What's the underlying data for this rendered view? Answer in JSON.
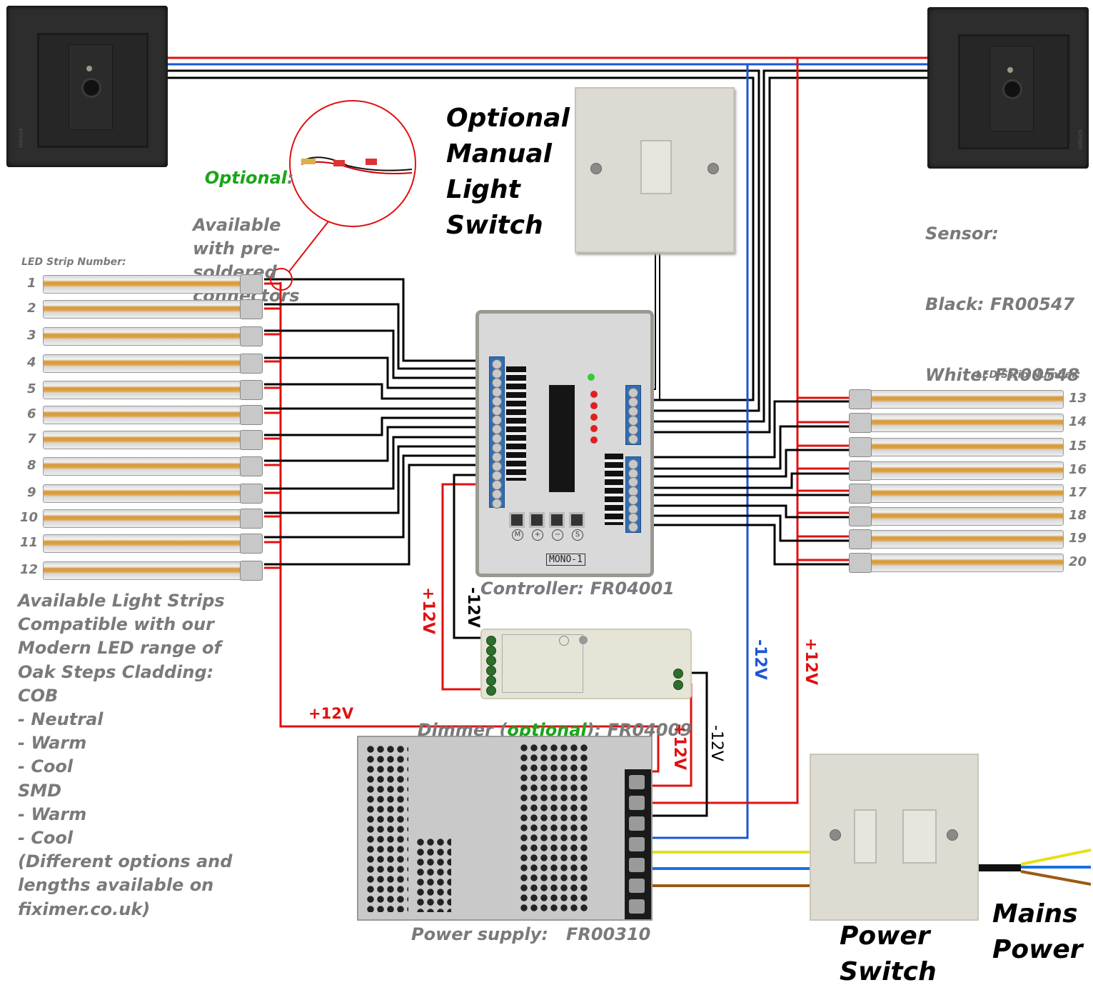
{
  "diagram": {
    "title_manual_switch": "Optional\nManual\nLight\nSwitch",
    "optional_connectors": {
      "highlight": "Optional",
      "colon": ":",
      "text": "Available\nwith pre-\nsoldered\nconnectors"
    },
    "sensor": {
      "heading": "Sensor:",
      "black": "Black: FR00547",
      "white": "White: FR00548",
      "brand": "simon"
    },
    "led_strips_left": {
      "heading": "LED Strip Number:",
      "numbers": [
        "1",
        "2",
        "3",
        "4",
        "5",
        "6",
        "7",
        "8",
        "9",
        "10",
        "11",
        "12"
      ]
    },
    "led_strips_right": {
      "heading": "LED Strip Number:",
      "numbers": [
        "13",
        "14",
        "15",
        "16",
        "17",
        "18",
        "19",
        "20"
      ]
    },
    "controller": {
      "label": "Controller: FR04001",
      "model": "MONO-1",
      "buttons": [
        "M",
        "+",
        "−",
        "S"
      ]
    },
    "dimmer": {
      "label_prefix": "Dimmer (",
      "label_optional": "optional",
      "label_suffix": "): FR04009"
    },
    "power_supply": {
      "label": "Power supply:   FR00310"
    },
    "power_switch": "Power\nSwitch",
    "mains_power": "Mains\nPower",
    "voltage_labels": {
      "plus12_dimmer_in": "+12V",
      "minus12_dimmer_in": "-12V",
      "plus12_left_bus": "+12V",
      "plus12_psu": "+12V",
      "minus12_psu": "-12V",
      "minus12_right": "-12V",
      "plus12_right": "+12V"
    },
    "available_strips": {
      "lines": [
        "Available Light Strips",
        "Compatible with our",
        "Modern LED range of",
        "Oak Steps Cladding:",
        "COB",
        "- Neutral",
        "- Warm",
        "- Cool",
        "SMD",
        "- Warm",
        "- Cool",
        "(Different options and",
        "lengths available on",
        "fiximer.co.uk)"
      ]
    },
    "colors": {
      "positive_wire": "#e01010",
      "negative_wire": "#1a55d6",
      "signal_wire": "#000000",
      "earth_wire": "#e6e014",
      "neutral_wire": "#1a6fe0",
      "live_wire": "#9c5a14",
      "label_gray": "#7a7a7a",
      "optional_green": "#1aa51a"
    }
  }
}
